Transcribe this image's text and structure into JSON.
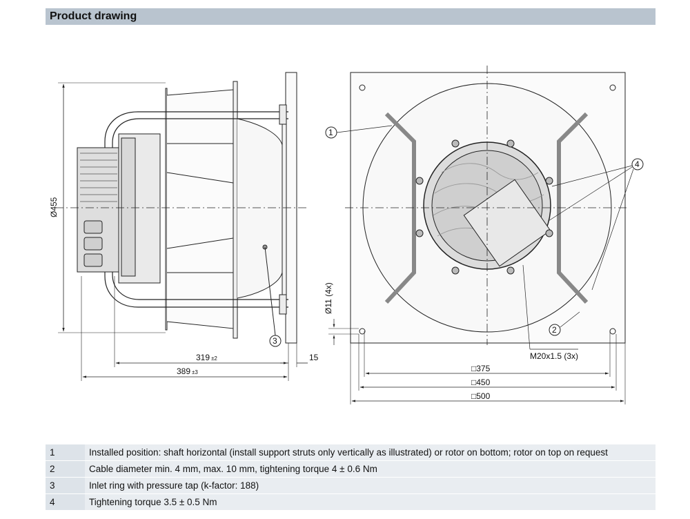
{
  "header": {
    "title": "Product drawing"
  },
  "drawing": {
    "side_view": {
      "diameter_label": "Ø455",
      "dim_319": "319",
      "dim_319_tol": "±2",
      "dim_389": "389",
      "dim_389_tol": "±3",
      "dim_15": "15",
      "callout_3": "3"
    },
    "front_view": {
      "hole_label": "Ø11 (4x)",
      "callout_1": "1",
      "callout_2": "2",
      "callout_4": "4",
      "gland_label": "M20x1.5 (3x)",
      "dim_375": "□375",
      "dim_450": "□450",
      "dim_500": "□500"
    }
  },
  "legend": [
    {
      "num": "1",
      "text": "Installed position: shaft horizontal (install support struts only vertically as illustrated) or rotor on bottom; rotor on top on request"
    },
    {
      "num": "2",
      "text": "Cable diameter min. 4 mm, max. 10 mm, tightening torque 4 ± 0.6 Nm"
    },
    {
      "num": "3",
      "text": "Inlet ring with pressure tap (k-factor: 188)"
    },
    {
      "num": "4",
      "text": "Tightening torque 3.5 ± 0.5 Nm"
    }
  ]
}
